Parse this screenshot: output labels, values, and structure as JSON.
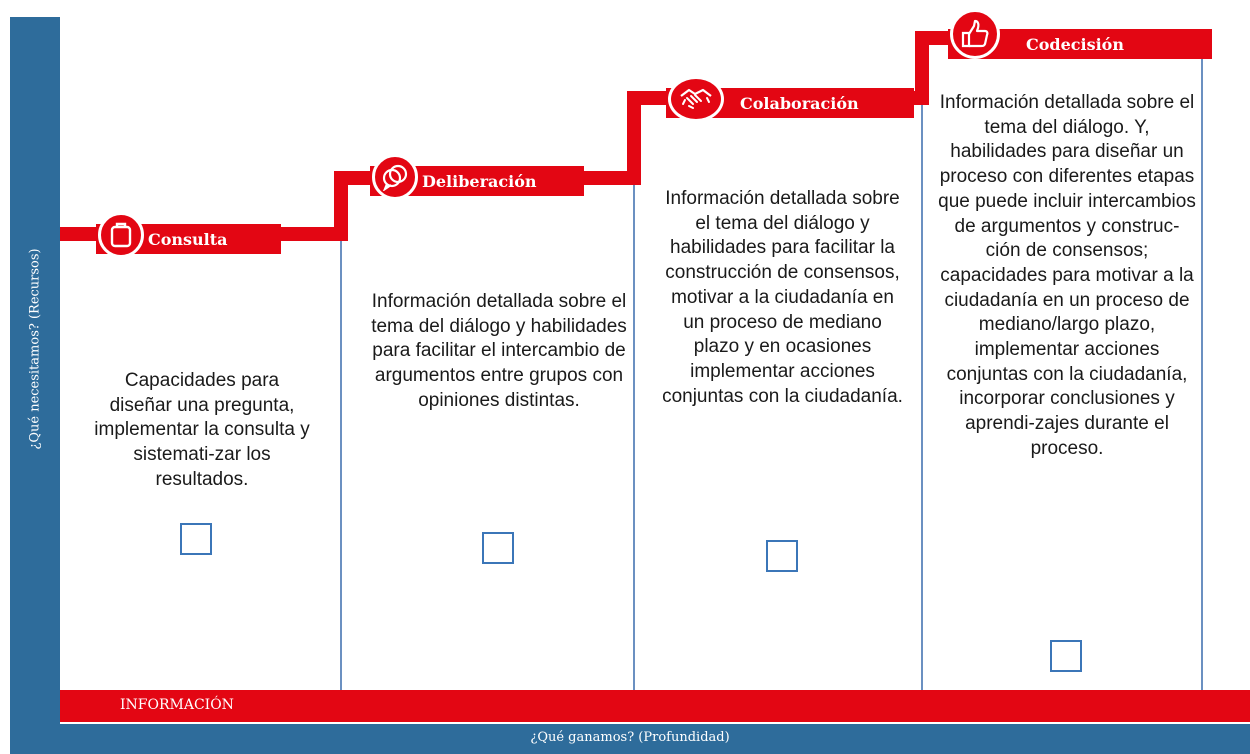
{
  "axes": {
    "y_label": "¿Qué necesitamos? (Recursos)",
    "x_label": "¿Qué ganamos? (Profundidad)",
    "base_label": "INFORMACIÓN"
  },
  "levels": [
    {
      "name": "Consulta",
      "icon": "clipboard-icon",
      "description": "Capacidades para diseñar una pregunta, implementar la consulta y sistemati-zar los resultados.",
      "checked": false
    },
    {
      "name": "Deliberación",
      "icon": "speech-bubbles-icon",
      "description": "Información detallada sobre el tema del diálogo y habilidades para facilitar el intercambio de argumentos entre grupos con opiniones distintas.",
      "checked": false
    },
    {
      "name": "Colaboración",
      "icon": "handshake-icon",
      "description": "Información detallada sobre el tema del diálogo y habilidades para facilitar la construcción de consensos, motivar a la ciudadanía en un proceso de mediano plazo y en ocasiones implementar acciones conjuntas con la ciudadanía.",
      "checked": false
    },
    {
      "name": "Codecisión",
      "icon": "thumbs-up-icon",
      "description": "Información detallada sobre el tema del diálogo. Y, habilidades para diseñar un proceso con diferentes etapas que puede incluir intercambios de argumentos y construc-ción de consensos; capacidades para motivar a la ciudadanía en un proceso de mediano/largo plazo, implementar acciones conjuntas con la ciudadanía, incorporar conclusiones y aprendi-zajes durante el proceso.",
      "checked": false
    }
  ],
  "colors": {
    "accent_red": "#e30613",
    "axis_blue": "#2e6c9b",
    "divider_blue": "#6b90c1",
    "checkbox_blue": "#3b76b8"
  }
}
